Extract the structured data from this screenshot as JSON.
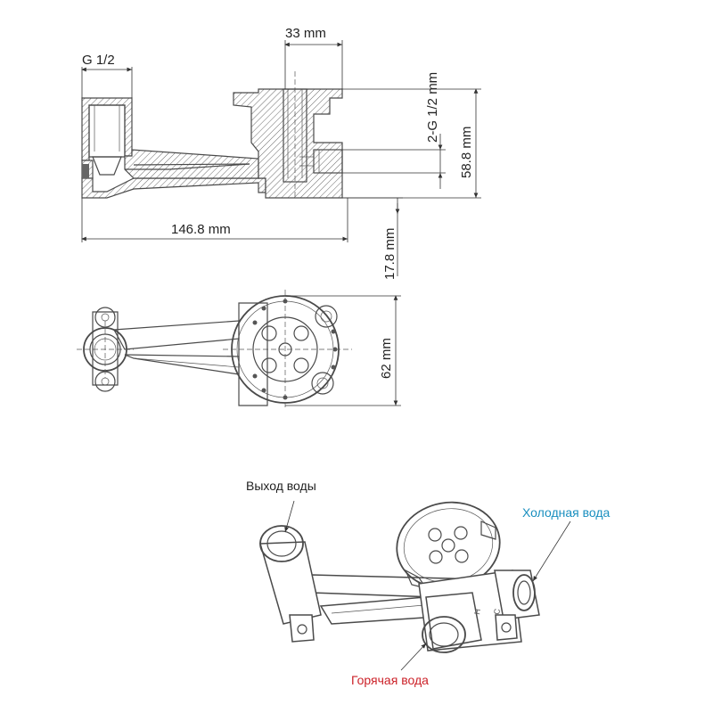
{
  "dimensions": {
    "thread_outlet": "G 1/2",
    "width_top": "33 mm",
    "thread_inlets": "2-G 1/2 mm",
    "height_total": "58.8 mm",
    "length_total": "146.8 mm",
    "offset_bottom": "17.8 mm",
    "flange_diameter": "62 mm"
  },
  "labels": {
    "water_outlet": "Выход воды",
    "cold_water": "Холодная вода",
    "hot_water": "Горячая вода"
  },
  "colors": {
    "line": "#4a4a4a",
    "cold_label": "#1a8fbf",
    "hot_label": "#cc2229",
    "outlet_label": "#222222"
  }
}
